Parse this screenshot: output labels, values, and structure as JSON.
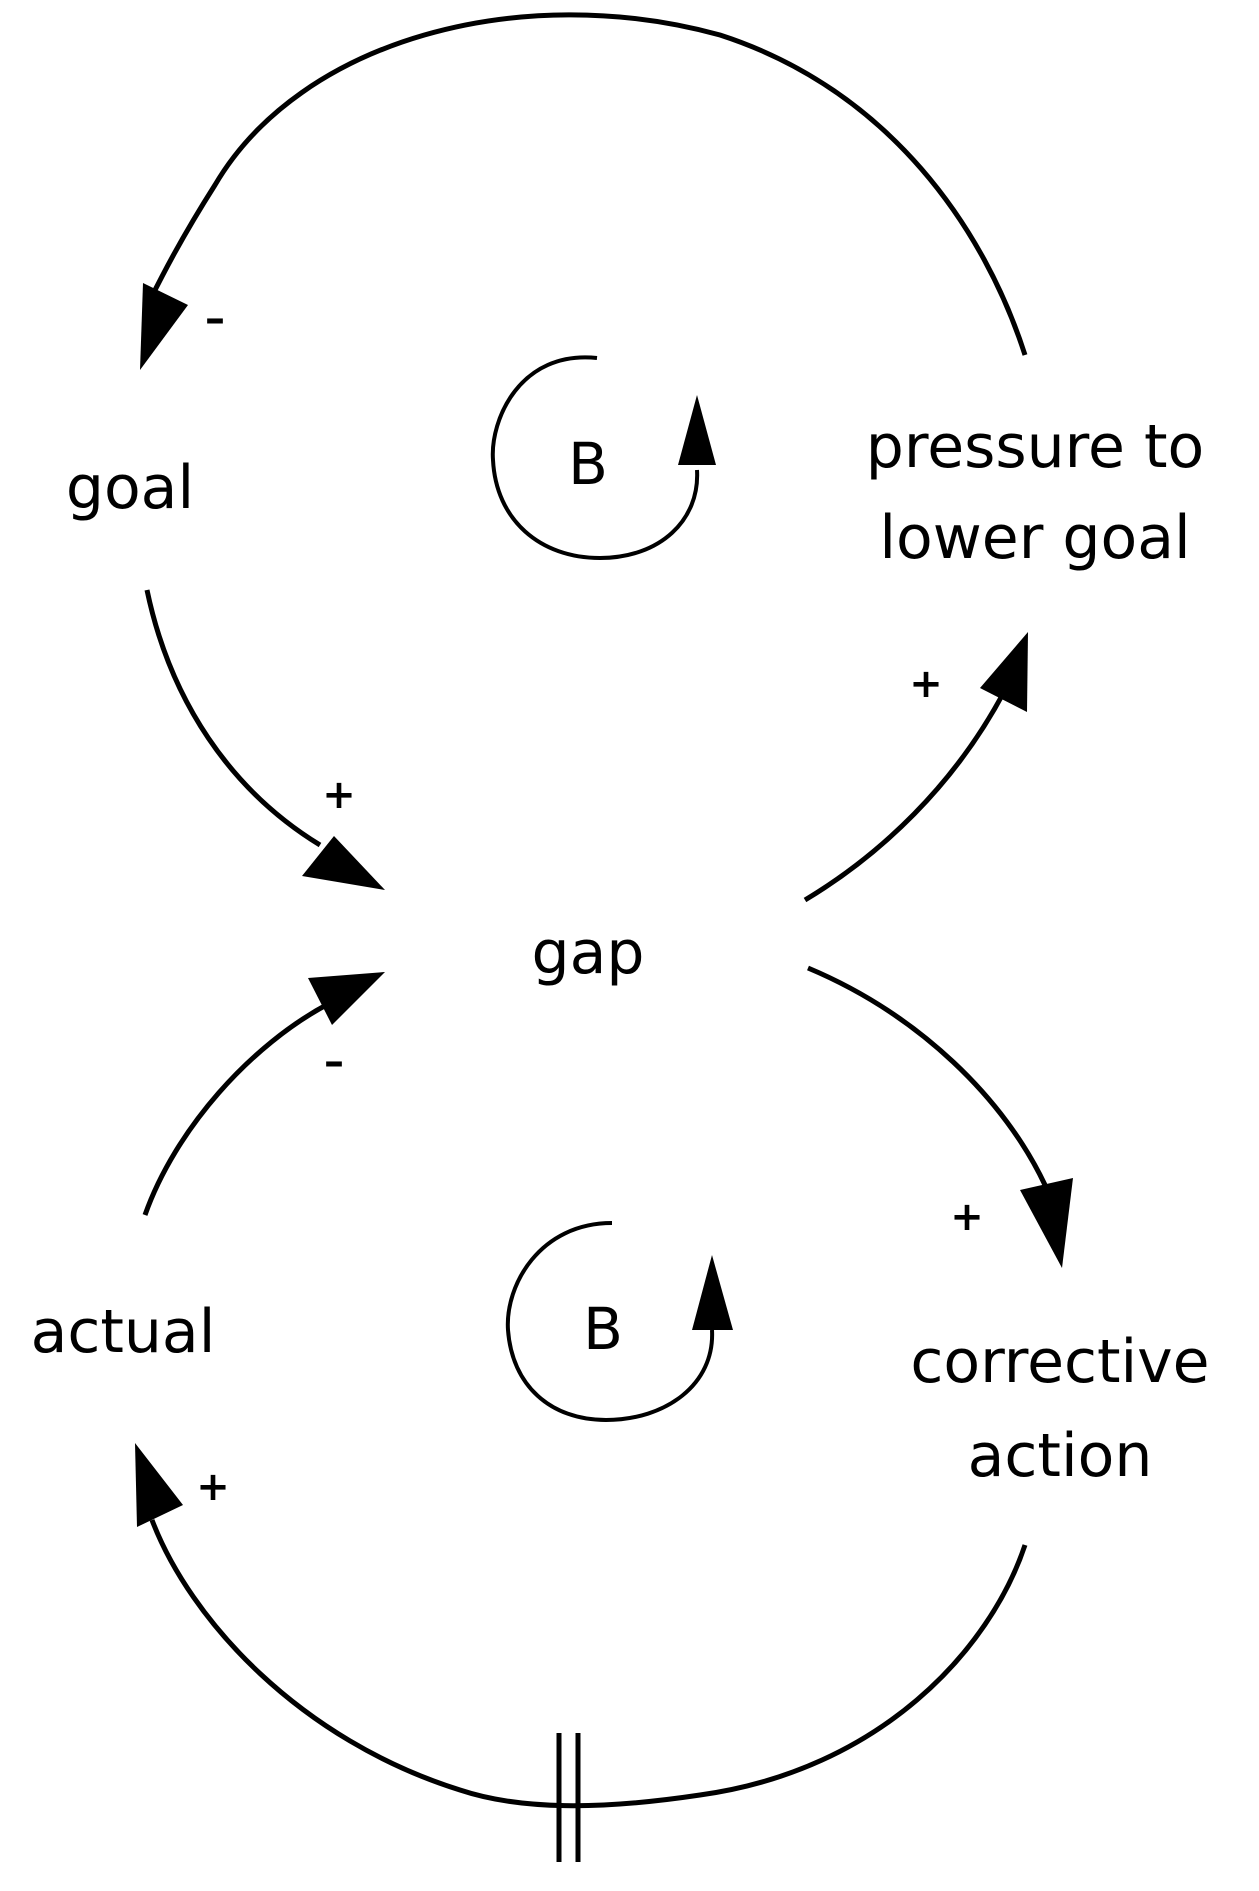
{
  "nodes": {
    "goal": "goal",
    "pressure_line1": "pressure to",
    "pressure_line2": "lower goal",
    "gap": "gap",
    "actual": "actual",
    "corrective_line1": "corrective",
    "corrective_line2": "action"
  },
  "loops": {
    "upper": "B",
    "lower": "B"
  },
  "polarities": {
    "pressure_to_goal": "–",
    "goal_to_gap": "+",
    "gap_to_pressure": "+",
    "actual_to_gap": "–",
    "gap_to_corrective": "+",
    "corrective_to_actual": "+"
  },
  "colors": {
    "ink": "#000000",
    "background": "#ffffff"
  }
}
